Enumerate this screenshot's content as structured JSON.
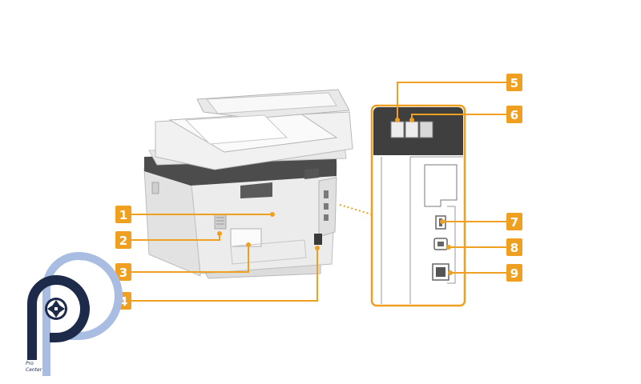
{
  "colors": {
    "accent": "#f0a020",
    "panel_header": "#3f3f3f",
    "printer_body": "#efefef",
    "printer_dark": "#4a4a4a",
    "logo_navy": "#1e2a4a",
    "logo_light": "#a9bde3"
  },
  "callouts": [
    {
      "number": "1"
    },
    {
      "number": "2"
    },
    {
      "number": "3"
    },
    {
      "number": "4"
    },
    {
      "number": "5"
    },
    {
      "number": "6"
    },
    {
      "number": "7"
    },
    {
      "number": "8"
    },
    {
      "number": "9"
    }
  ],
  "logo": {
    "line1": "Pro",
    "line2": "Center",
    "icon": "camera-aperture-icon"
  }
}
